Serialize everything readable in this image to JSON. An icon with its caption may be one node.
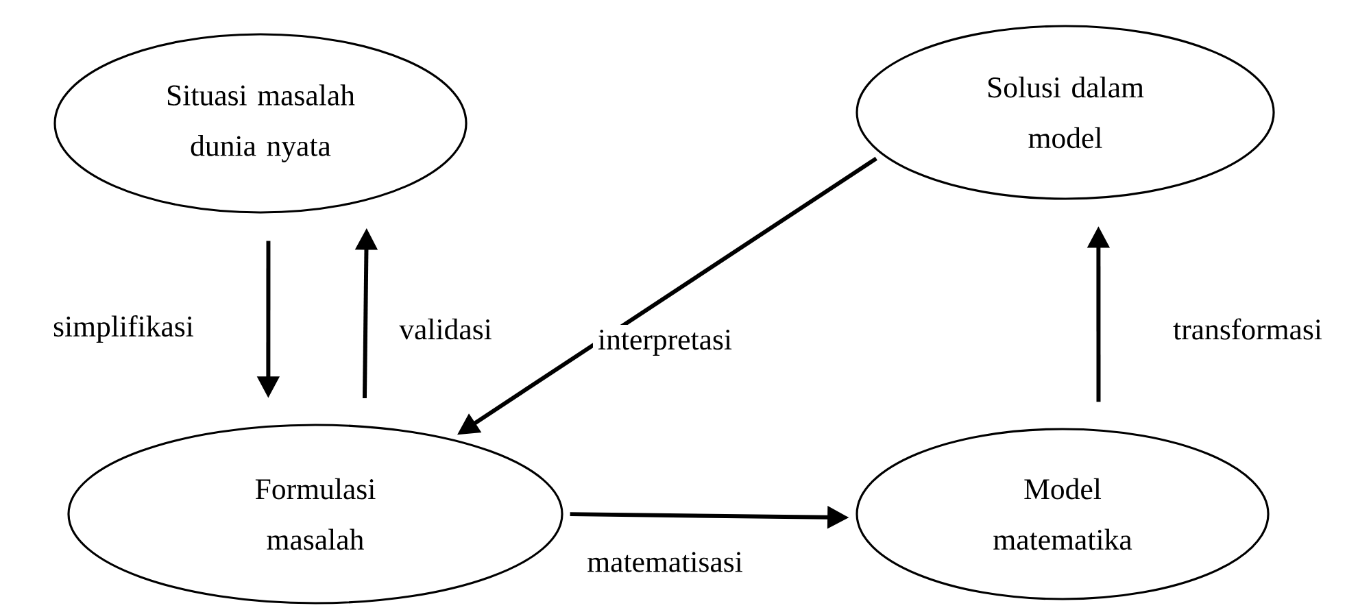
{
  "diagram": {
    "nodes": [
      {
        "text": [
          "Situasi masalah dunia nyata"
        ]
      },
      {
        "text": [
          "Solusi dalam model"
        ]
      },
      {
        "text": [
          "Formulasi masalah"
        ]
      },
      {
        "text": [
          "Model matematika"
        ]
      }
    ],
    "edges": [
      {
        "from": 0,
        "to": 2,
        "arrow": "to",
        "label": "simplifikasi"
      },
      {
        "from": 2,
        "to": 0,
        "arrow": "to",
        "label": "validasi"
      },
      {
        "from": 1,
        "to": 2,
        "arrow": "to",
        "label": "interpretasi"
      },
      {
        "from": 3,
        "to": 1,
        "arrow": "to",
        "label": "transformasi"
      },
      {
        "from": 2,
        "to": 3,
        "arrow": "to",
        "label": "matematisasi"
      }
    ]
  }
}
